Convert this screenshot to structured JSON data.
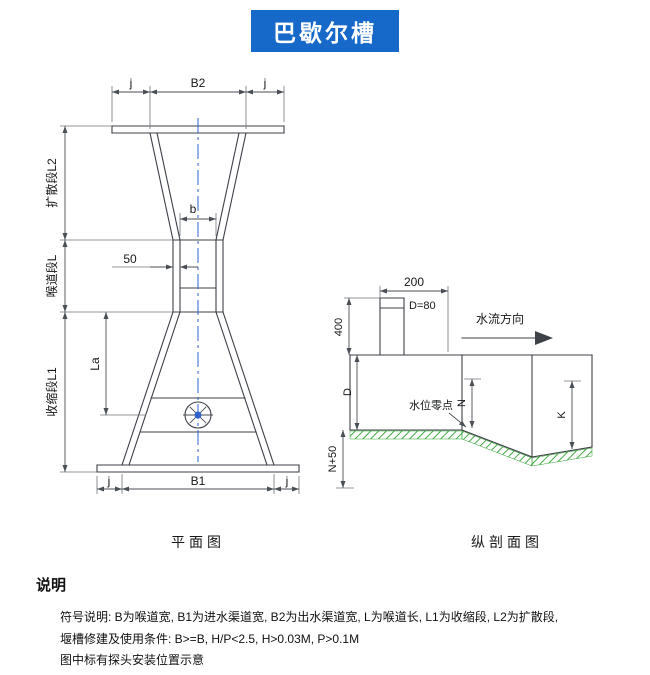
{
  "title": "巴歇尔槽",
  "colors": {
    "accent": "#1669c9",
    "line": "#3d4148",
    "centerline": "#2f62cf",
    "hatch": "#2ea12e"
  },
  "plan_view": {
    "caption": "平面图",
    "labels": {
      "j_top_left": "j",
      "b2": "B2",
      "j_top_right": "j",
      "b": "b",
      "offset50": "50",
      "la": "La",
      "j_bottom_left": "j",
      "b1": "B1",
      "j_bottom_right": "j",
      "section_l2": "扩散段L2",
      "section_l": "喉道段L",
      "section_l1": "收缩段L1"
    }
  },
  "section_view": {
    "caption": "纵剖面图",
    "labels": {
      "dist200": "200",
      "d80": "D=80",
      "h400": "400",
      "flow_direction": "水流方向",
      "water_zero": "水位零点",
      "depth_d": "D",
      "depth_n": "N",
      "depth_k": "K",
      "depth_n50": "N+50"
    }
  },
  "notes": {
    "heading": "说明",
    "lines": [
      "符号说明: B为喉道宽, B1为进水渠道宽, B2为出水渠道宽, L为喉道长, L1为收缩段, L2为扩散段,",
      "堰槽修建及使用条件: B>=B, H/P<2.5, H>0.03M, P>0.1M",
      "图中标有探头安装位置示意"
    ]
  }
}
